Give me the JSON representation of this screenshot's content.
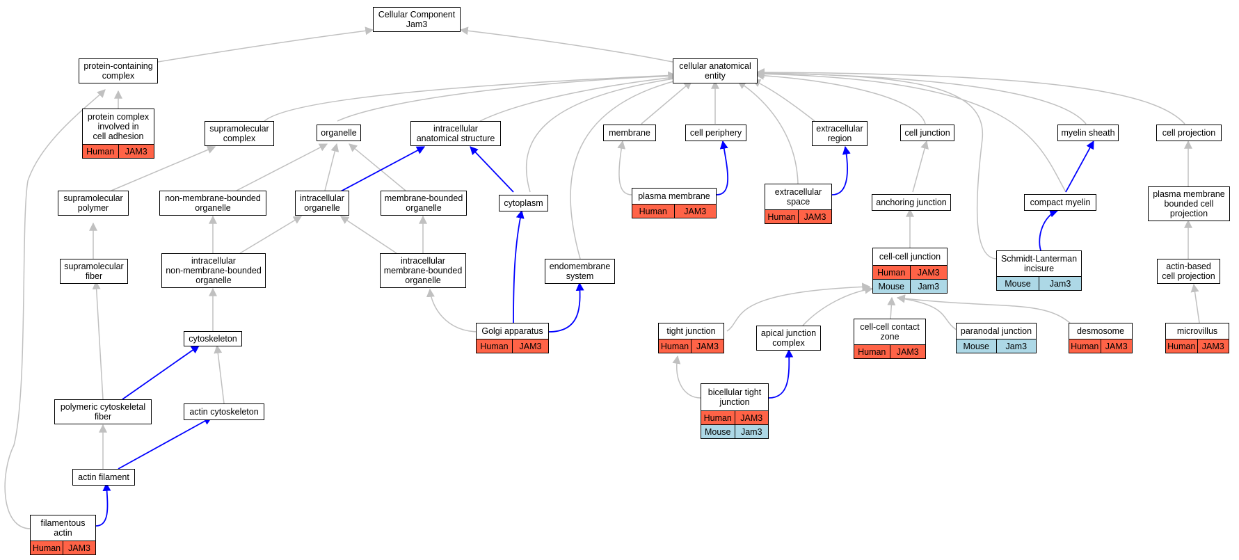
{
  "colors": {
    "human": "#FF6347",
    "mouse": "#ADD8E6",
    "isa_edge": "#C0C0C0",
    "partof_edge": "#0000FF"
  },
  "nodes": {
    "root": {
      "label": "Cellular Component\nJam3"
    },
    "pcc": {
      "label": "protein-containing\ncomplex"
    },
    "cae": {
      "label": "cellular anatomical\nentity"
    },
    "pcia": {
      "label": "protein complex\ninvolved in\ncell adhesion",
      "rows": [
        [
          "Human",
          "JAM3"
        ]
      ]
    },
    "smc": {
      "label": "supramolecular\ncomplex"
    },
    "org": {
      "label": "organelle"
    },
    "ias": {
      "label": "intracellular\nanatomical structure"
    },
    "mem": {
      "label": "membrane"
    },
    "cp": {
      "label": "cell periphery"
    },
    "ecr": {
      "label": "extracellular\nregion"
    },
    "cj": {
      "label": "cell junction"
    },
    "ms": {
      "label": "myelin sheath"
    },
    "cproj": {
      "label": "cell projection"
    },
    "smp": {
      "label": "supramolecular\npolymer"
    },
    "nmbo": {
      "label": "non-membrane-bounded\norganelle"
    },
    "io": {
      "label": "intracellular\norganelle"
    },
    "mbo": {
      "label": "membrane-bounded\norganelle"
    },
    "cyto": {
      "label": "cytoplasm"
    },
    "pm": {
      "label": "plasma membrane",
      "rows": [
        [
          "Human",
          "JAM3"
        ]
      ]
    },
    "ecs": {
      "label": "extracellular\nspace",
      "rows": [
        [
          "Human",
          "JAM3"
        ]
      ]
    },
    "aj": {
      "label": "anchoring junction"
    },
    "cm": {
      "label": "compact myelin"
    },
    "pmbcp": {
      "label": "plasma membrane\nbounded cell\nprojection"
    },
    "smf": {
      "label": "supramolecular\nfiber"
    },
    "inmbo": {
      "label": "intracellular\nnon-membrane-bounded\norganelle"
    },
    "imbo": {
      "label": "intracellular\nmembrane-bounded\norganelle"
    },
    "es": {
      "label": "endomembrane\nsystem"
    },
    "ccj": {
      "label": "cell-cell junction",
      "rows": [
        [
          "Human",
          "JAM3"
        ],
        [
          "Mouse",
          "Jam3"
        ]
      ]
    },
    "sli": {
      "label": "Schmidt-Lanterman\nincisure",
      "rows": [
        [
          "Mouse",
          "Jam3"
        ]
      ]
    },
    "abcp": {
      "label": "actin-based\ncell projection"
    },
    "csk": {
      "label": "cytoskeleton"
    },
    "golgi": {
      "label": "Golgi apparatus",
      "rows": [
        [
          "Human",
          "JAM3"
        ]
      ]
    },
    "tj": {
      "label": "tight junction",
      "rows": [
        [
          "Human",
          "JAM3"
        ]
      ]
    },
    "ajc": {
      "label": "apical junction\ncomplex"
    },
    "cccz": {
      "label": "cell-cell contact\nzone",
      "rows": [
        [
          "Human",
          "JAM3"
        ]
      ]
    },
    "pj": {
      "label": "paranodal junction",
      "rows": [
        [
          "Mouse",
          "Jam3"
        ]
      ]
    },
    "desm": {
      "label": "desmosome",
      "rows": [
        [
          "Human",
          "JAM3"
        ]
      ]
    },
    "mv": {
      "label": "microvillus",
      "rows": [
        [
          "Human",
          "JAM3"
        ]
      ]
    },
    "pcf": {
      "label": "polymeric cytoskeletal\nfiber"
    },
    "acsk": {
      "label": "actin cytoskeleton"
    },
    "btj": {
      "label": "bicellular tight\njunction",
      "rows": [
        [
          "Human",
          "JAM3"
        ],
        [
          "Mouse",
          "Jam3"
        ]
      ]
    },
    "af": {
      "label": "actin filament"
    },
    "fa": {
      "label": "filamentous\nactin",
      "rows": [
        [
          "Human",
          "JAM3"
        ]
      ]
    }
  }
}
